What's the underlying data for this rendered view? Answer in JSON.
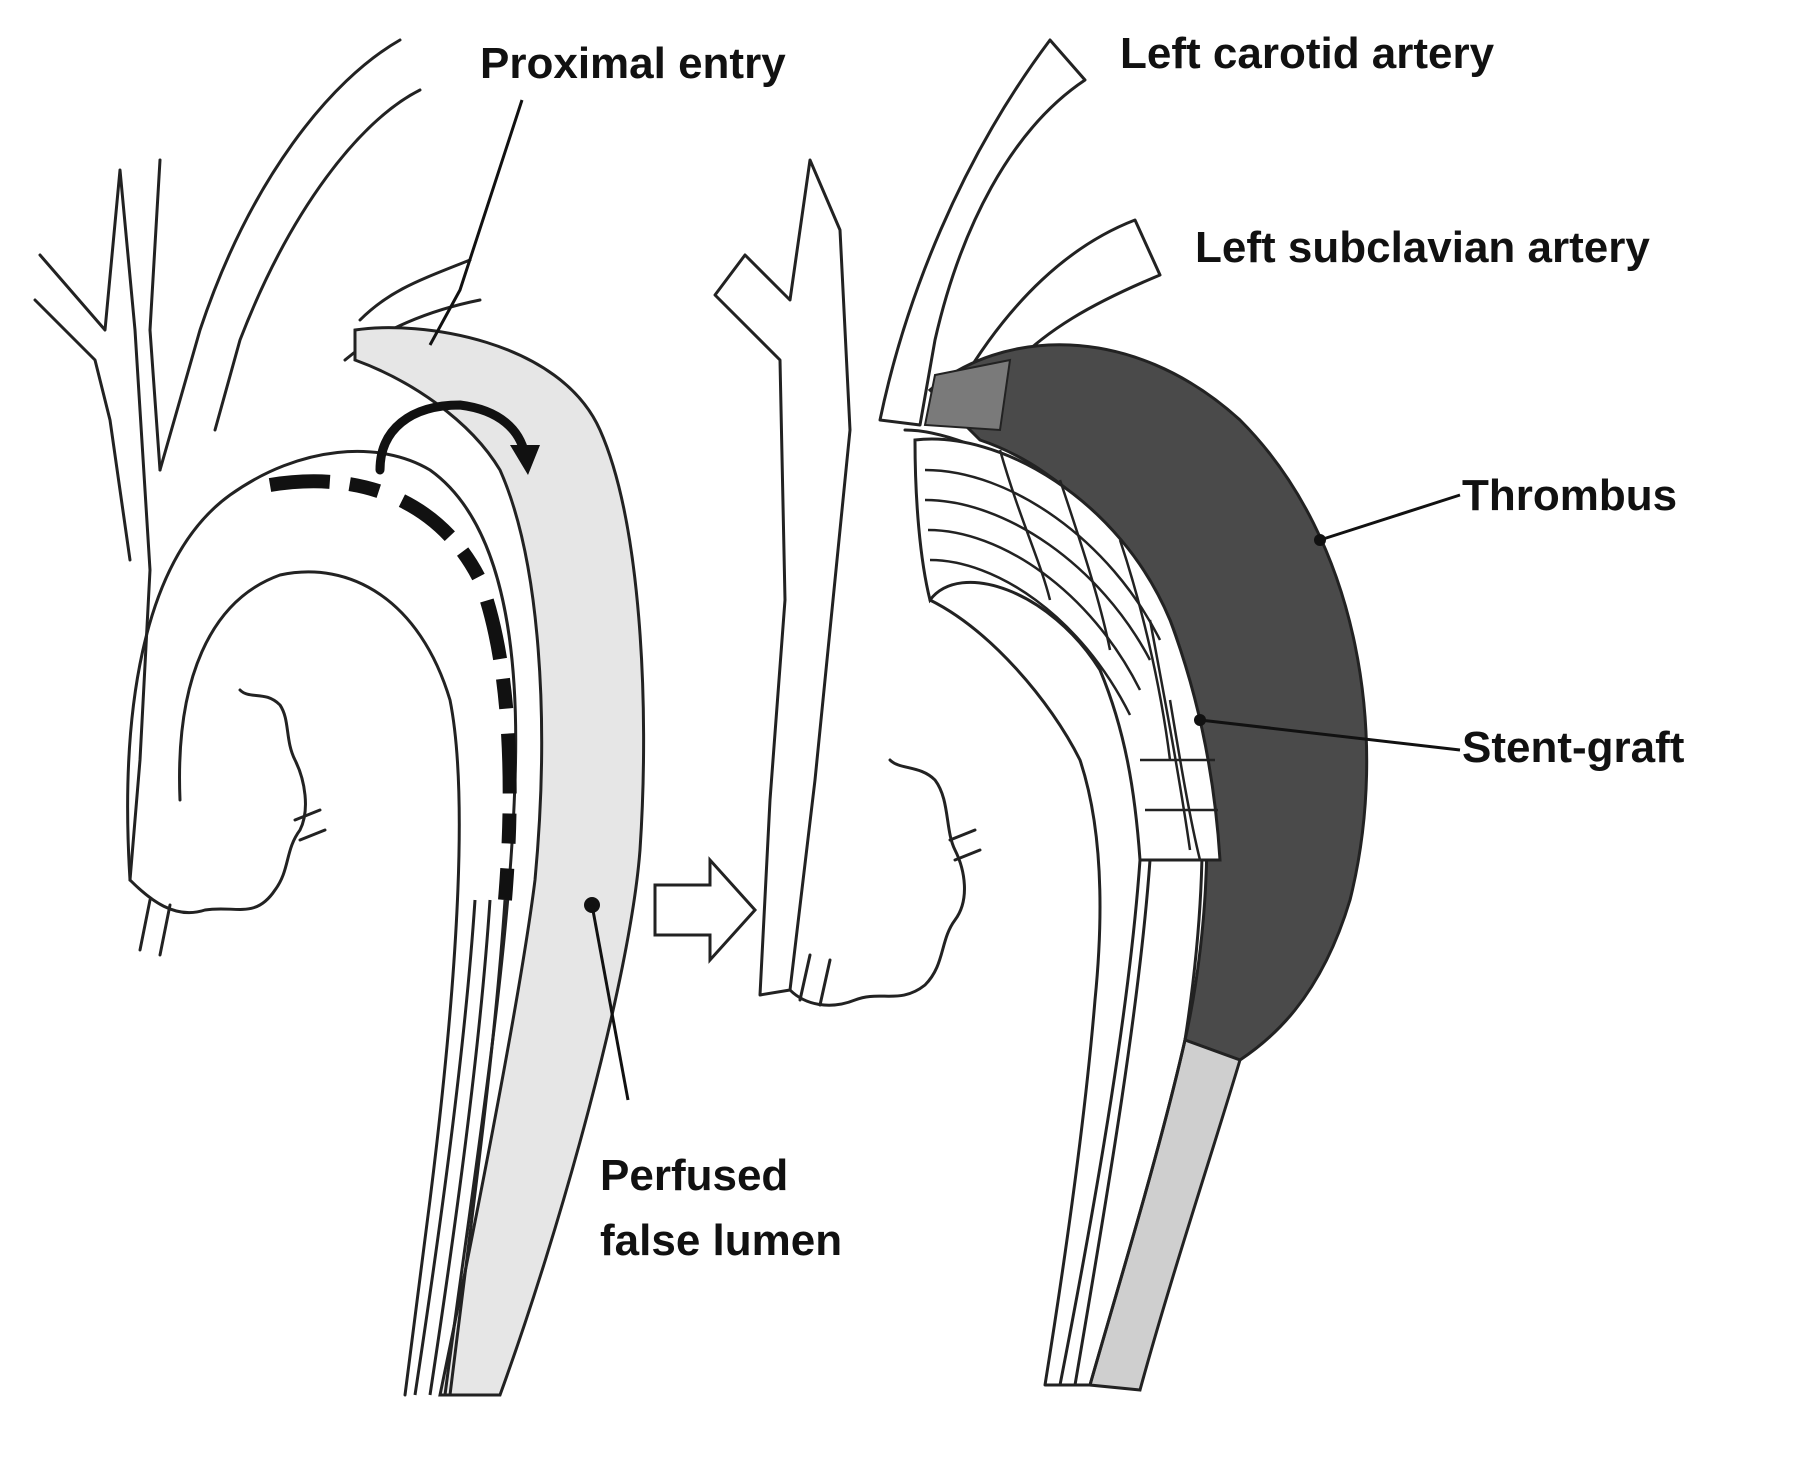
{
  "labels": {
    "proximal_entry": "Proximal entry",
    "perfused_false_lumen_line1": "Perfused",
    "perfused_false_lumen_line2": "false lumen",
    "left_carotid_artery": "Left carotid artery",
    "left_subclavian_artery": "Left subclavian artery",
    "thrombus": "Thrombus",
    "stent_graft": "Stent-graft"
  },
  "colors": {
    "outline": "#222222",
    "false_lumen_fill": "#e6e6e6",
    "thrombus_fill": "#4a4a4a",
    "stent_graft_fill": "#ffffff",
    "distal_false_lumen_fill": "#cfcfcf",
    "dissection_flap": "#111111"
  },
  "icons": {
    "transition_arrow": "hollow-right-arrow-icon",
    "flow_arrow": "curved-flow-arrow-icon"
  }
}
